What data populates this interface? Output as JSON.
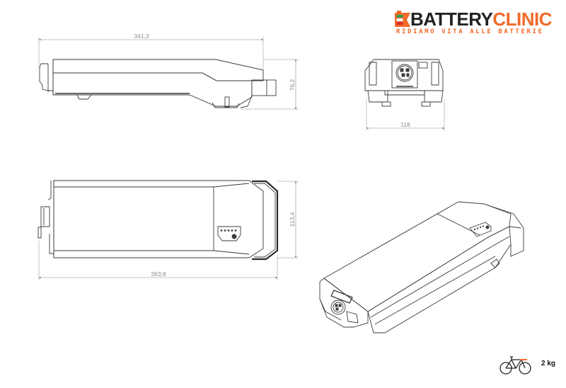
{
  "brand": {
    "name_dark": "BATTERY",
    "name_accent": "CLINIC",
    "tagline": "RIDIAMO VITA ALLE BATTERIE",
    "icon": "battery-flag-logo-icon",
    "colors": {
      "accent": "#f26a2a",
      "dark": "#222222",
      "flag_green": "#2e9e4a",
      "flag_red": "#d9302a"
    }
  },
  "drawing": {
    "title": "E-bike rack battery technical drawing",
    "line_color": "#3a3a3a",
    "dimension_color": "#8a8a8a",
    "views": [
      {
        "id": "side-view",
        "dimensions": {
          "length": "341,3",
          "height": "76,2"
        }
      },
      {
        "id": "front-view",
        "dimensions": {
          "width": "118"
        }
      },
      {
        "id": "top-view",
        "dimensions": {
          "length": "363,8",
          "width": "113,4"
        }
      },
      {
        "id": "isometric-view",
        "dimensions": {}
      }
    ]
  },
  "footer": {
    "icon": "bicycle-icon",
    "weight": "2 kg"
  }
}
